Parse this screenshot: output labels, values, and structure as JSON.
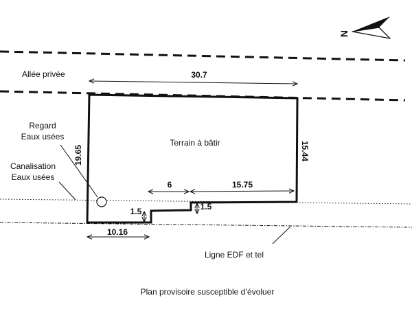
{
  "compass": {
    "north_letter": "N",
    "icon": "north-arrow-icon"
  },
  "labels": {
    "private_lane": "Allée privée",
    "plot": "Terrain à bâtir",
    "manhole_line1": "Regard",
    "manhole_line2": "Eaux usées",
    "pipe_line1": "Canalisation",
    "pipe_line2": "Eaux usées",
    "edf_line": "Ligne EDF et tel",
    "footer": "Plan provisoire susceptible d’évoluer"
  },
  "dimensions": {
    "top_width": "30.7",
    "left_side": "19.65",
    "right_side": "15.44",
    "notch_width": "6",
    "inner_width": "15.75",
    "step_left": "1.5",
    "step_right": "1.5",
    "bottom_left": "10.16"
  }
}
